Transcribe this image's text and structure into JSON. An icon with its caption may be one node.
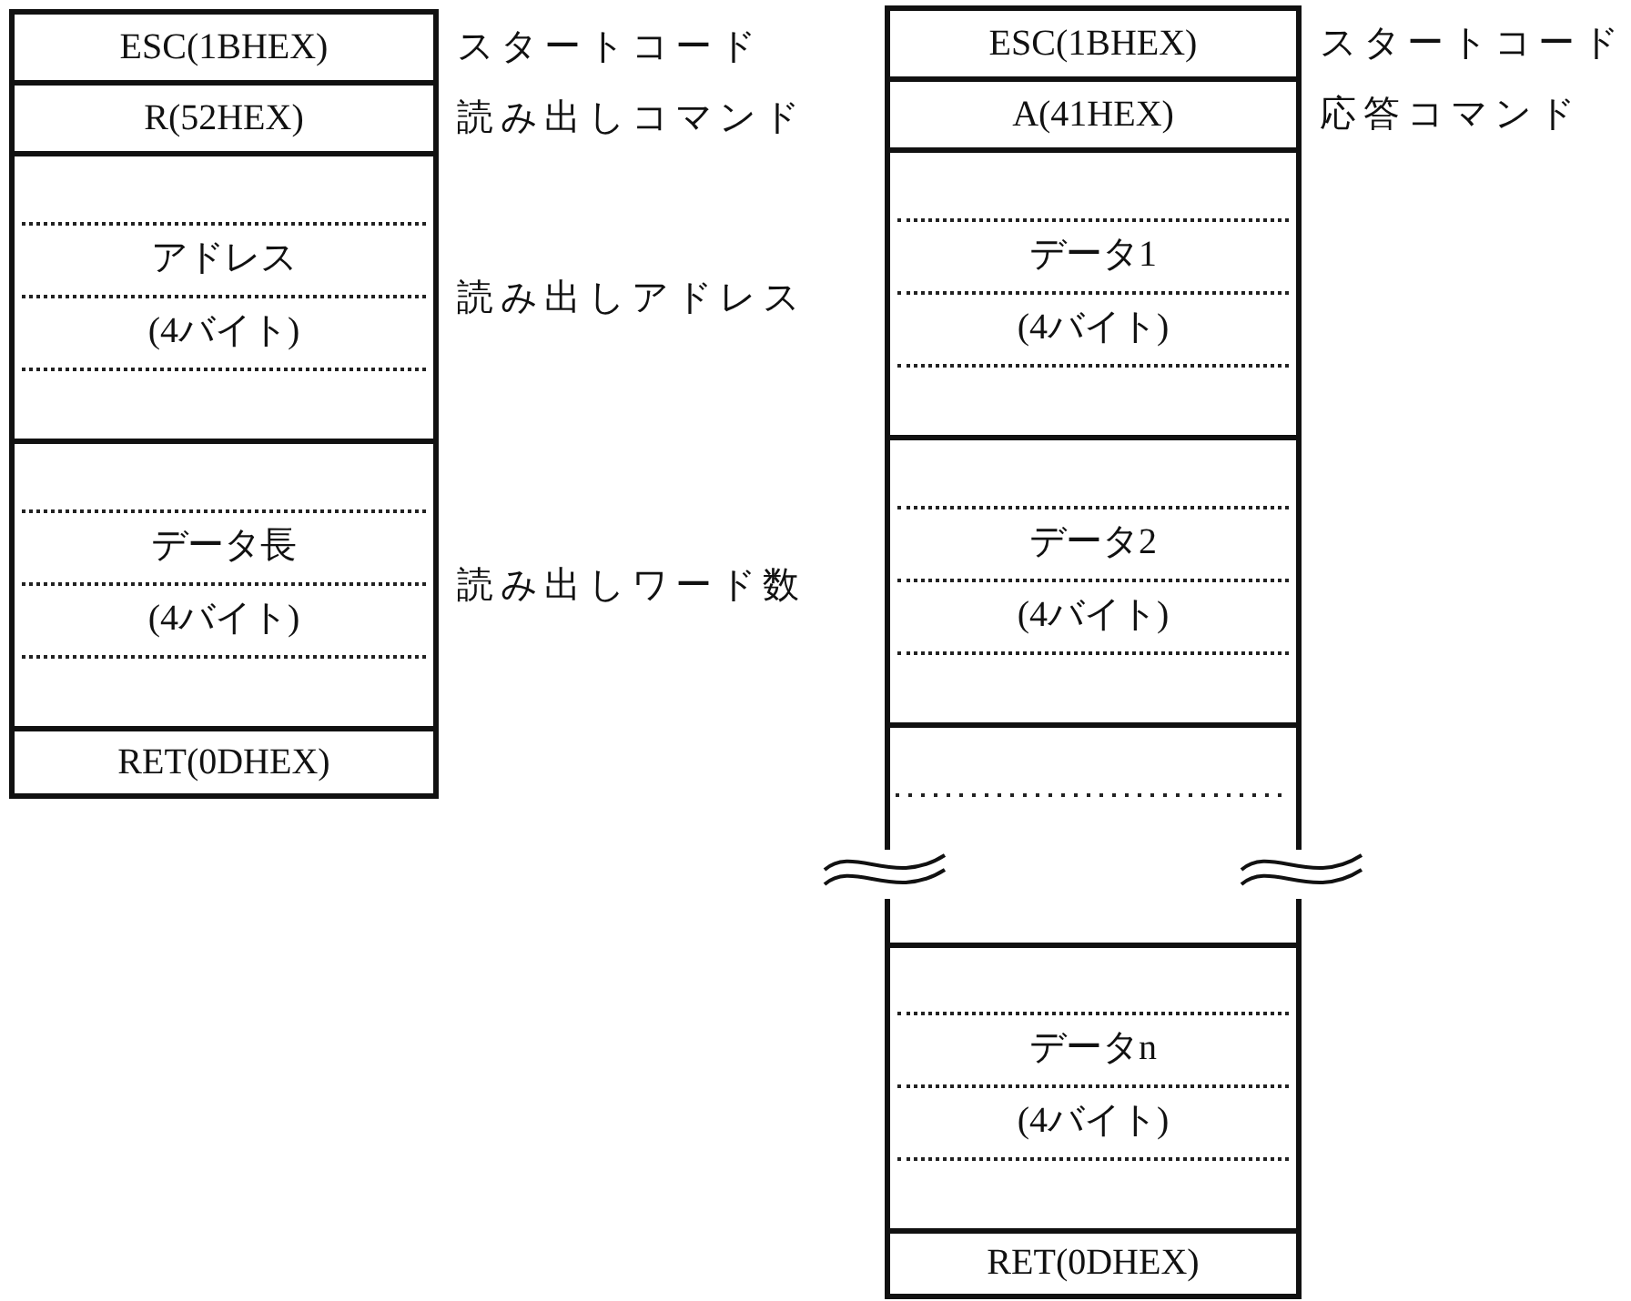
{
  "diagram": {
    "nodes": [
      {
        "text": [
          "ESC(1BHEX)"
        ],
        "beside": [
          "スタートコード"
        ]
      },
      {
        "text": [
          "R(52HEX)"
        ],
        "beside": [
          "読み出しコマンド"
        ]
      },
      {
        "text": [
          "アドレス",
          "(4バイト)"
        ],
        "beside": [
          "読み出しアドレス"
        ]
      },
      {
        "text": [
          "データ長",
          "(4バイト)"
        ],
        "beside": [
          "読み出しワード数"
        ]
      },
      {
        "text": [
          "RET(0DHEX)"
        ]
      },
      {
        "text": [
          "ESC(1BHEX)"
        ],
        "beside": [
          "スタートコード"
        ]
      },
      {
        "text": [
          "A(41HEX)"
        ],
        "beside": [
          "応答コマンド"
        ]
      },
      {
        "text": [
          "データ1",
          "(4バイト)"
        ]
      },
      {
        "text": [
          "データ2",
          "(4バイト)"
        ]
      },
      {
        "text": [],
        "shape": "box"
      },
      {
        "text": [
          "データn",
          "(4バイト)"
        ]
      },
      {
        "text": [
          "RET(0DHEX)"
        ]
      }
    ]
  }
}
